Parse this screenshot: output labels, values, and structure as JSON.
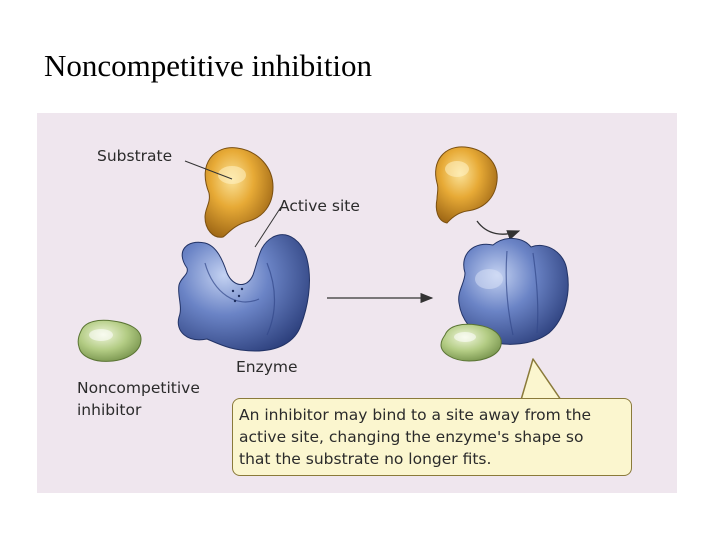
{
  "slide": {
    "title": "Noncompetitive inhibition"
  },
  "figure": {
    "labels": {
      "substrate": "Substrate",
      "active_site": "Active site",
      "enzyme": "Enzyme",
      "inhibitor_line1": "Noncompetitive",
      "inhibitor_line2": "inhibitor"
    },
    "callout": {
      "lines": [
        "An inhibitor may bind to a site away from the",
        "active site, changing the enzyme's shape so",
        "that the substrate no longer fits."
      ]
    },
    "colors": {
      "background": "#efe6ee",
      "substrate": "#e0a02a",
      "enzyme": "#5a74b8",
      "inhibitor": "#a9c47a",
      "callout_fill": "#fbf6cf"
    }
  }
}
